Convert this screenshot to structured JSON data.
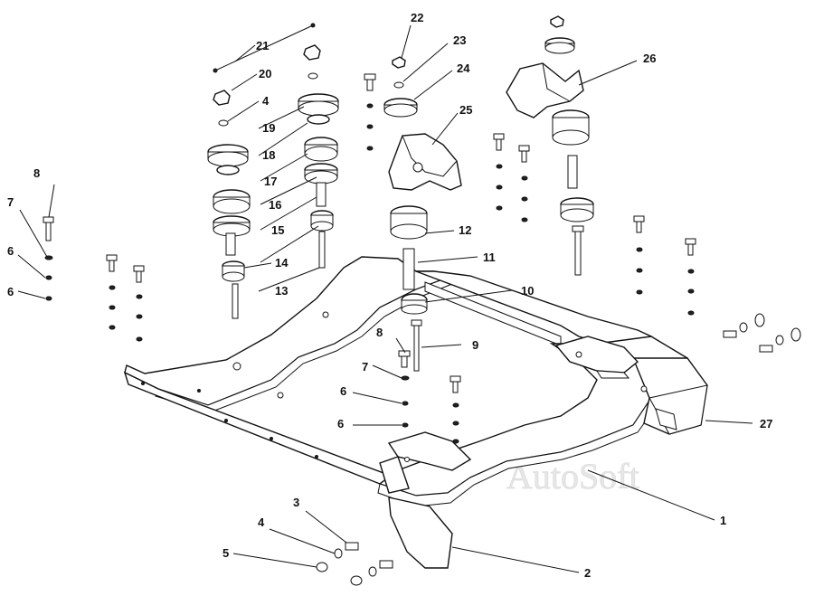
{
  "watermark": "AutoSoft",
  "callouts": [
    "1",
    "2",
    "3",
    "4",
    "5",
    "6",
    "6",
    "6",
    "6",
    "7",
    "7",
    "8",
    "8",
    "9",
    "10",
    "11",
    "12",
    "13",
    "14",
    "15",
    "16",
    "17",
    "18",
    "19",
    "20",
    "21",
    "22",
    "23",
    "24",
    "25",
    "26",
    "27"
  ]
}
